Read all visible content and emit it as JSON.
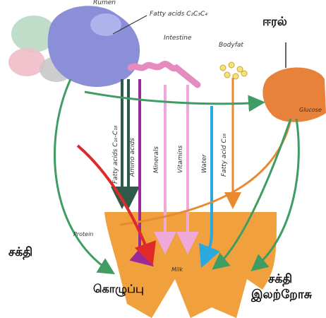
{
  "labels": {
    "rumen": "Rumen",
    "fatty_acids_short": "Fatty acids C₂C₃C₄",
    "intestine": "Intestine",
    "body_fat": "Bodyfat",
    "liver_ta": "ஈரல்",
    "glucose": "Glucose",
    "fatty_acids_long": "Fatty acids C₁₆-C₁₈",
    "amino_acids": "Amino acids",
    "minerals": "Minerals",
    "vitamins": "Vitamins",
    "water": "Water",
    "fatty_acid_c18": "Fatty acid C₁₈",
    "protein": "Protein",
    "milk": "Milk",
    "energy_left_ta": "சக்தி",
    "fat_ta": "கொழுப்பு",
    "energy_right_ta": "சக்தி",
    "lactose_ta": "இலற்றோசு"
  },
  "colors": {
    "udder": "#f0a03c",
    "liver": "#e8823a",
    "intestine": "#e48cc0",
    "rumen_main": "#8a8fd8",
    "green_arrow": "#3f9d63",
    "red_arrow": "#e02a2a",
    "purple_arrow": "#9a2a9a",
    "pink_arrow": "#f0a8d8",
    "blue_arrow": "#2aa8e0",
    "orange_arrow": "#e88a30",
    "dark_arrow": "#2f5a4a"
  }
}
